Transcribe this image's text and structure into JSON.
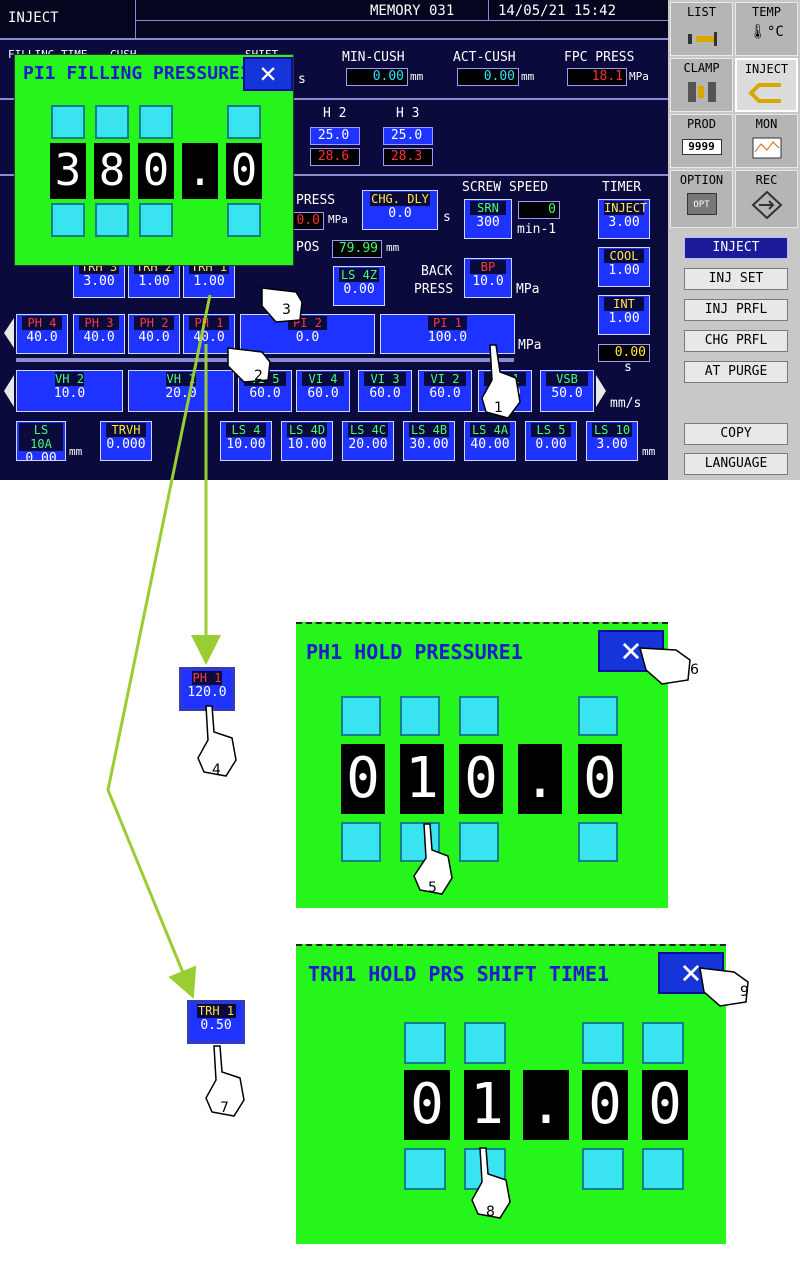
{
  "header": {
    "screen_name": "INJECT",
    "memory": "MEMORY 031",
    "datetime": "14/05/21 15:42"
  },
  "status_row": {
    "labels": [
      "FILLING TIME",
      "CUSH",
      "SHIFT"
    ],
    "min_cush_label": "MIN-CUSH",
    "min_cush_value": "0.00",
    "min_cush_unit": "mm",
    "act_cush_label": "ACT-CUSH",
    "act_cush_value": "0.00",
    "act_cush_unit": "mm",
    "fpc_label": "FPC PRESS",
    "fpc_value": "18.1",
    "fpc_unit": "MPa",
    "s_unit": "s"
  },
  "heaters": {
    "h2_label": "H 2",
    "h3_label": "H 3",
    "h2_set": "25.0",
    "h3_set": "25.0",
    "h2_act": "28.6",
    "h3_act": "28.3"
  },
  "charge": {
    "press_label": "PRESS",
    "press_value": "0.0",
    "press_unit": "MPa",
    "chg_dly_label": "CHG. DLY",
    "chg_dly_value": "0.0",
    "chg_dly_unit": "s",
    "pos_label": "POS",
    "pos_value": "79.99",
    "pos_unit": "mm",
    "screw_speed_label": "SCREW SPEED",
    "srn_label": "SRN",
    "srn_value": "300",
    "srn_actual": "0",
    "srn_unit": "min-1",
    "ls4z_label": "LS 4Z",
    "ls4z_value": "0.00",
    "back_press_label_1": "BACK",
    "back_press_label_2": "PRESS",
    "bp_label": "BP",
    "bp_value": "10.0",
    "bp_unit": "MPa"
  },
  "timer": {
    "title": "TIMER",
    "inject_label": "INJECT",
    "inject_value": "3.00",
    "cool_label": "COOL",
    "cool_value": "1.00",
    "int_label": "INT",
    "int_value": "1.00",
    "actual_value": "0.00",
    "unit": "s"
  },
  "trh_row": [
    {
      "label": "TRH 3",
      "value": "3.00"
    },
    {
      "label": "TRH 2",
      "value": "1.00"
    },
    {
      "label": "TRH 1",
      "value": "1.00"
    }
  ],
  "ph_row": [
    {
      "label": "PH 4",
      "value": "40.0"
    },
    {
      "label": "PH 3",
      "value": "40.0"
    },
    {
      "label": "PH 2",
      "value": "40.0"
    },
    {
      "label": "PH 1",
      "value": "40.0"
    }
  ],
  "pi_row": [
    {
      "label": "PI 2",
      "value": "0.0"
    },
    {
      "label": "PI 1",
      "value": "100.0"
    }
  ],
  "pi_unit": "MPa",
  "v_row": [
    {
      "label": "VH 2",
      "value": "10.0"
    },
    {
      "label": "VH 1",
      "value": "20.0"
    },
    {
      "label": "VI 5",
      "value": "60.0"
    },
    {
      "label": "VI 4",
      "value": "60.0"
    },
    {
      "label": "VI 3",
      "value": "60.0"
    },
    {
      "label": "VI 2",
      "value": "60.0"
    },
    {
      "label": "VI 1",
      "value": "60.0"
    },
    {
      "label": "VSB",
      "value": "50.0"
    }
  ],
  "v_unit": "mm/s",
  "ls_left": [
    {
      "label": "LS 10A",
      "value": "0.00",
      "unit": "mm"
    },
    {
      "label": "TRVH",
      "value": "0.000"
    }
  ],
  "ls_row": [
    {
      "label": "LS 4",
      "value": "10.00"
    },
    {
      "label": "LS 4D",
      "value": "10.00"
    },
    {
      "label": "LS 4C",
      "value": "20.00"
    },
    {
      "label": "LS 4B",
      "value": "30.00"
    },
    {
      "label": "LS 4A",
      "value": "40.00"
    },
    {
      "label": "LS 5",
      "value": "0.00"
    },
    {
      "label": "LS 10",
      "value": "3.00"
    }
  ],
  "ls_unit": "mm",
  "sidebar": {
    "grid": [
      {
        "label": "LIST",
        "icon": "list-icon"
      },
      {
        "label": "TEMP",
        "icon": "thermometer-icon",
        "unit": "°C"
      },
      {
        "label": "CLAMP",
        "icon": "clamp-icon"
      },
      {
        "label": "INJECT",
        "icon": "inject-icon"
      },
      {
        "label": "PROD",
        "icon": "counter-icon",
        "sub": "9999"
      },
      {
        "label": "MON",
        "icon": "graph-icon"
      },
      {
        "label": "OPTION",
        "icon": "option-icon",
        "sub": "OPT"
      },
      {
        "label": "REC",
        "icon": "rec-icon"
      }
    ],
    "menu": [
      "INJECT",
      "INJ SET",
      "INJ PRFL",
      "CHG PRFL",
      "AT PURGE"
    ],
    "bottom": [
      "COPY",
      "LANGUAGE"
    ]
  },
  "popups": {
    "pi1": {
      "title": "PI1 FILLING PRESSURE1",
      "digits": [
        "3",
        "8",
        "0",
        ".",
        "0"
      ]
    },
    "ph1": {
      "title": "PH1 HOLD PRESSURE1",
      "digits": [
        "0",
        "1",
        "0",
        ".",
        "0"
      ]
    },
    "trh1": {
      "title": "TRH1 HOLD PRS SHIFT TIME1",
      "digits": [
        "0",
        "1",
        ".",
        "0",
        "0"
      ]
    }
  },
  "zoom_tags": {
    "ph1": {
      "label": "PH 1",
      "value": "120.0"
    },
    "trh1": {
      "label": "TRH 1",
      "value": "0.50"
    }
  },
  "callouts": [
    "1",
    "2",
    "3",
    "4",
    "5",
    "6",
    "7",
    "8",
    "9"
  ],
  "colors": {
    "screen_bg": "#0a0a3c",
    "tag_blue": "#1e33ff",
    "popup_green": "#26f51c",
    "key_cyan": "#3ae3f0",
    "arrow_green": "#9acd32"
  }
}
